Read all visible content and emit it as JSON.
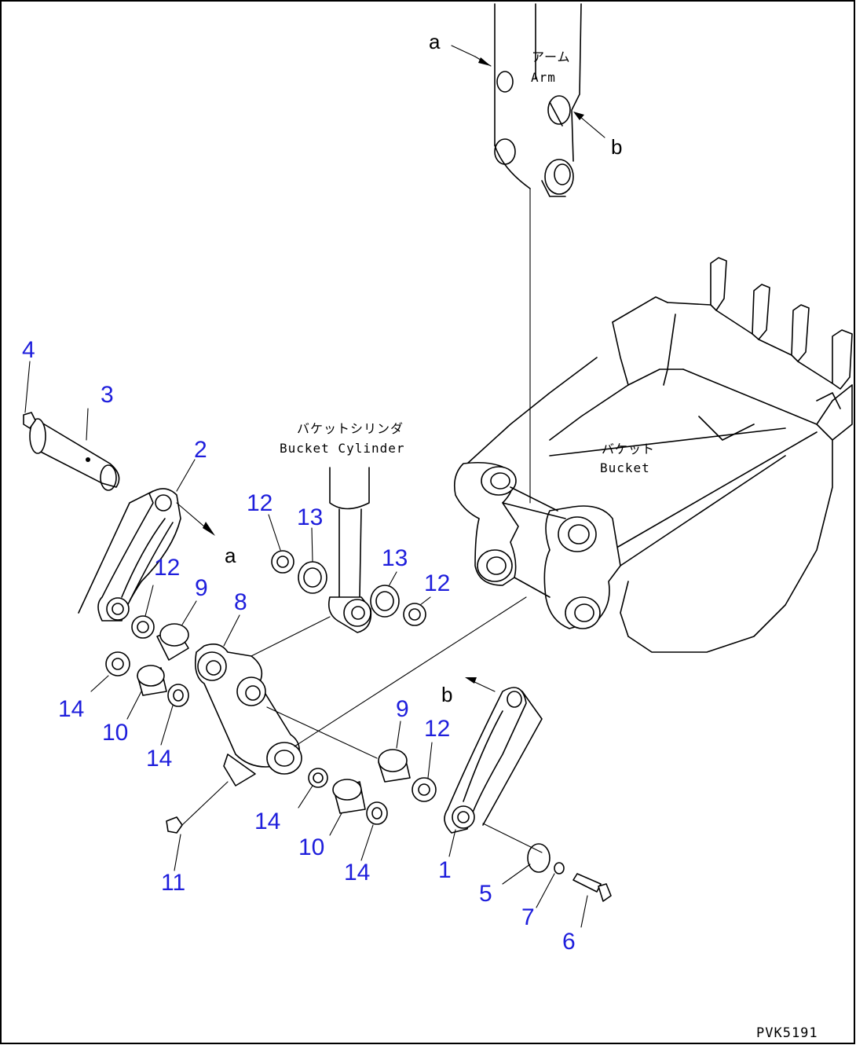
{
  "drawing_id": "PVK5191",
  "ref_letters": {
    "a": "a",
    "b": "b"
  },
  "captions": {
    "arm_jp": "アーム",
    "arm_en": "Arm",
    "bucket_cylinder_jp": "バケットシリンダ",
    "bucket_cylinder_en": "Bucket Cylinder",
    "bucket_jp": "バケット",
    "bucket_en": "Bucket"
  },
  "part_labels": [
    {
      "id": "p4",
      "text": "4"
    },
    {
      "id": "p3",
      "text": "3"
    },
    {
      "id": "p2",
      "text": "2"
    },
    {
      "id": "p12a",
      "text": "12"
    },
    {
      "id": "p13a",
      "text": "13"
    },
    {
      "id": "p12b",
      "text": "12"
    },
    {
      "id": "p9a",
      "text": "9"
    },
    {
      "id": "p8",
      "text": "8"
    },
    {
      "id": "p13b",
      "text": "13"
    },
    {
      "id": "p12c",
      "text": "12"
    },
    {
      "id": "p14a",
      "text": "14"
    },
    {
      "id": "p10a",
      "text": "10"
    },
    {
      "id": "p14b",
      "text": "14"
    },
    {
      "id": "p9b",
      "text": "9"
    },
    {
      "id": "p12d",
      "text": "12"
    },
    {
      "id": "p14c",
      "text": "14"
    },
    {
      "id": "p10b",
      "text": "10"
    },
    {
      "id": "p14d",
      "text": "14"
    },
    {
      "id": "p11",
      "text": "11"
    },
    {
      "id": "p1",
      "text": "1"
    },
    {
      "id": "p5",
      "text": "5"
    },
    {
      "id": "p7",
      "text": "7"
    },
    {
      "id": "p6",
      "text": "6"
    }
  ],
  "colors": {
    "label": "#1e1edc",
    "line": "#000000",
    "background": "#ffffff"
  }
}
